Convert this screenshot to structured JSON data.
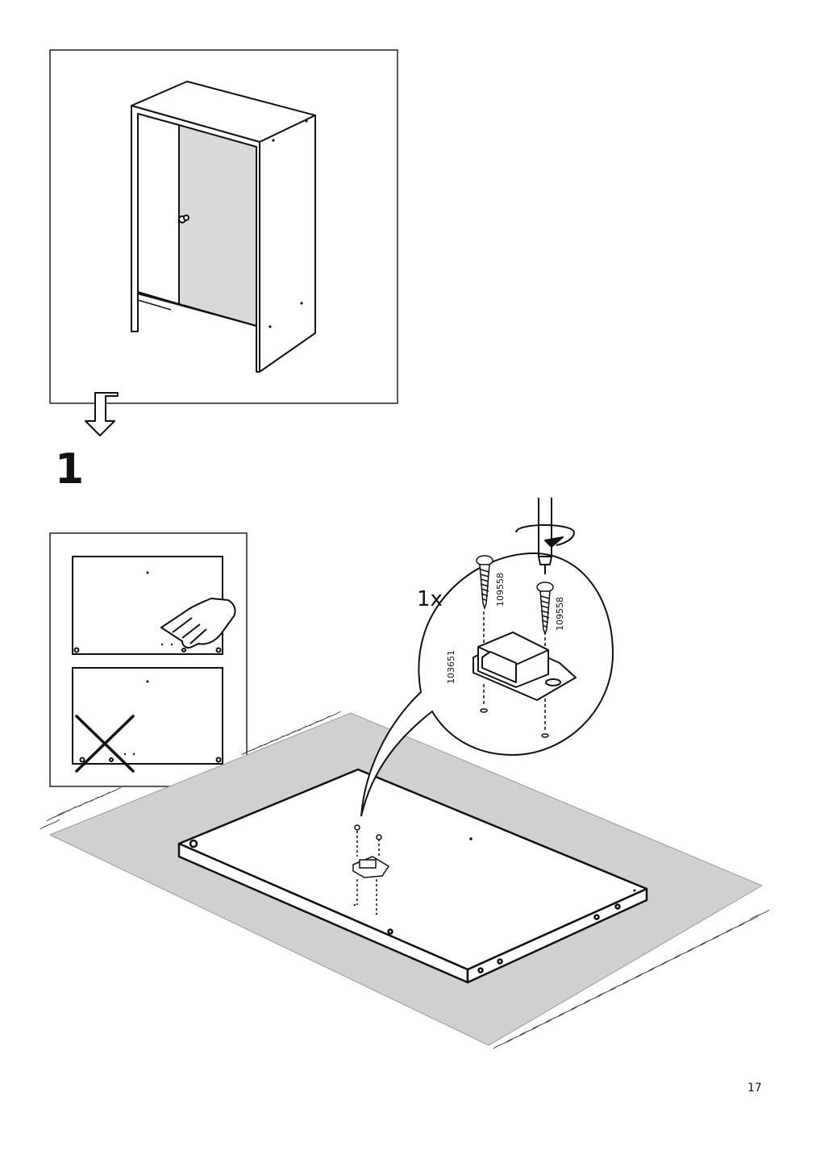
{
  "step": {
    "number": "1"
  },
  "detail": {
    "quantity": "1x",
    "screw_code_left": "109558",
    "screw_code_right": "109558",
    "part_code": "103651"
  },
  "footer": {
    "page_number": "17"
  },
  "icons": [
    "cabinet-overview-icon",
    "next-step-arrow-icon",
    "finger-press-icon",
    "wrong-cross-icon",
    "screwdriver-icon",
    "screw-icon",
    "door-catch-icon"
  ]
}
